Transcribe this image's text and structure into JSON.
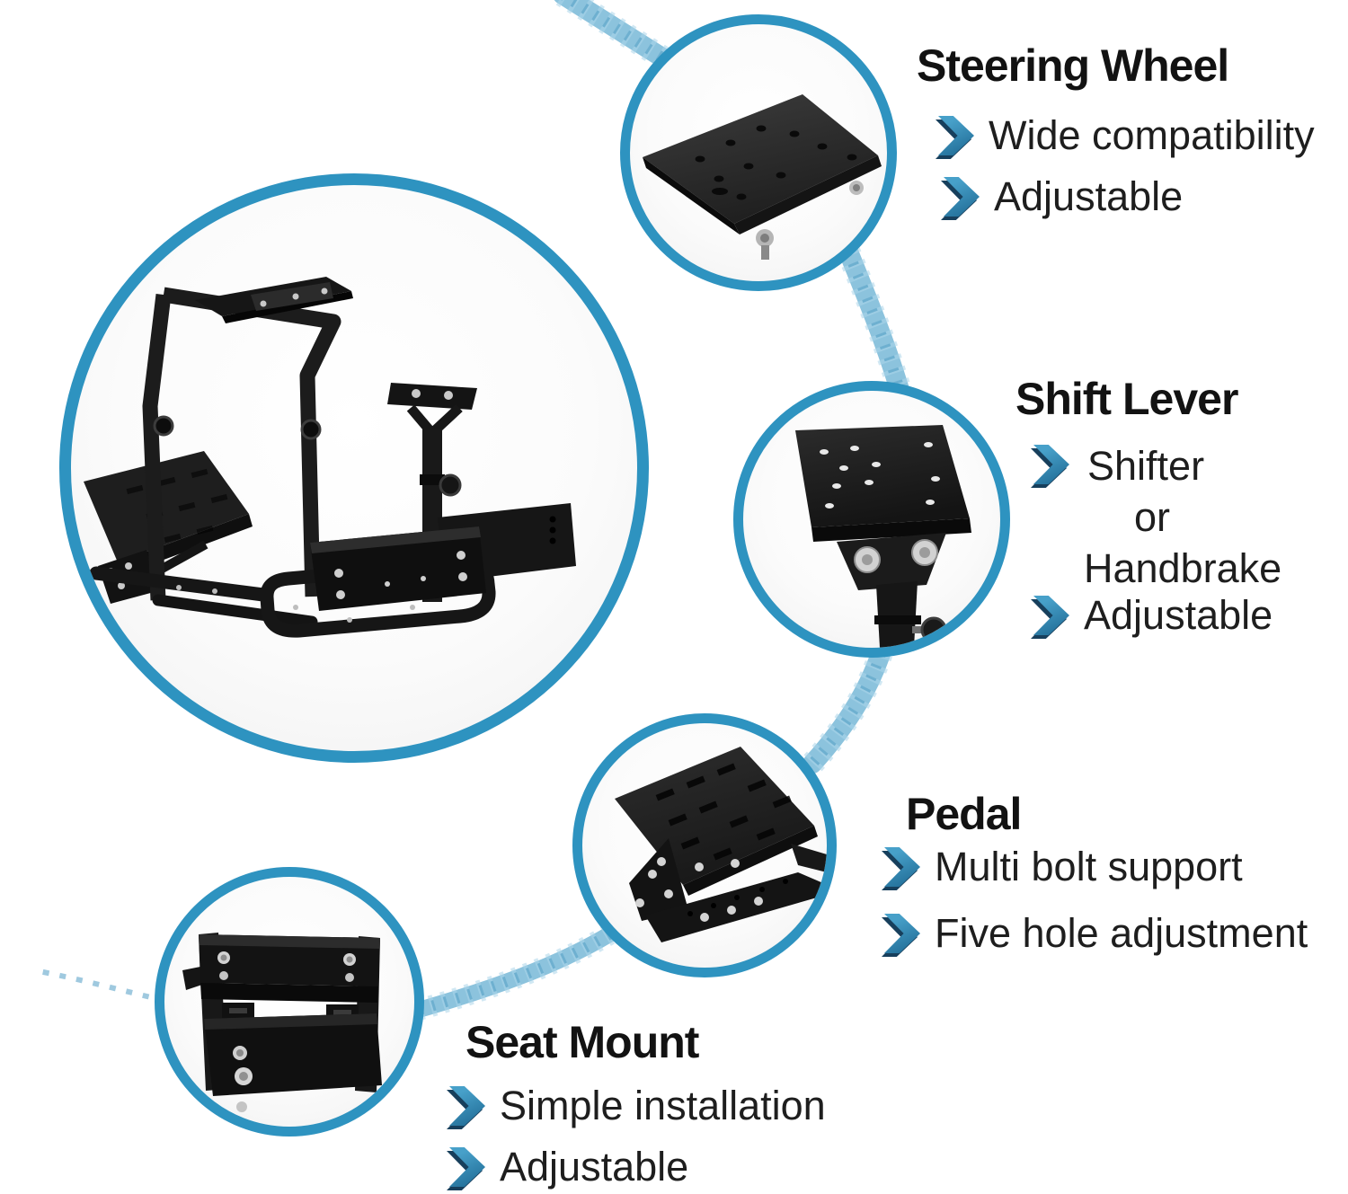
{
  "theme": {
    "circle_border_color": "#2e93c0",
    "brush_stroke_color": "#8cc3dd",
    "brush_stroke_light": "#abd6e9",
    "brush_stroke_dark": "#5fa5c9",
    "arrow_color_top": "#47a0c9",
    "arrow_color_bottom": "#1f6a94",
    "arrow_shadow_color": "#173f5c",
    "heading_color": "#121212",
    "body_color": "#1e1e1e",
    "bullet_icon": "chevron-right-arrow"
  },
  "callouts": [
    {
      "title": "Steering Wheel",
      "bullets": [
        {
          "lines": [
            "Wide compatibility"
          ]
        },
        {
          "lines": [
            "Adjustable"
          ]
        }
      ]
    },
    {
      "title": "Shift Lever",
      "bullets": [
        {
          "lines": [
            "Shifter",
            "or",
            "Handbrake"
          ]
        },
        {
          "lines": [
            "Adjustable"
          ]
        }
      ]
    },
    {
      "title": "Pedal",
      "bullets": [
        {
          "lines": [
            "Multi bolt support"
          ]
        },
        {
          "lines": [
            "Five hole adjustment"
          ]
        }
      ]
    },
    {
      "title": "Seat Mount",
      "bullets": [
        {
          "lines": [
            "Simple installation"
          ]
        },
        {
          "lines": [
            "Adjustable"
          ]
        }
      ]
    }
  ]
}
